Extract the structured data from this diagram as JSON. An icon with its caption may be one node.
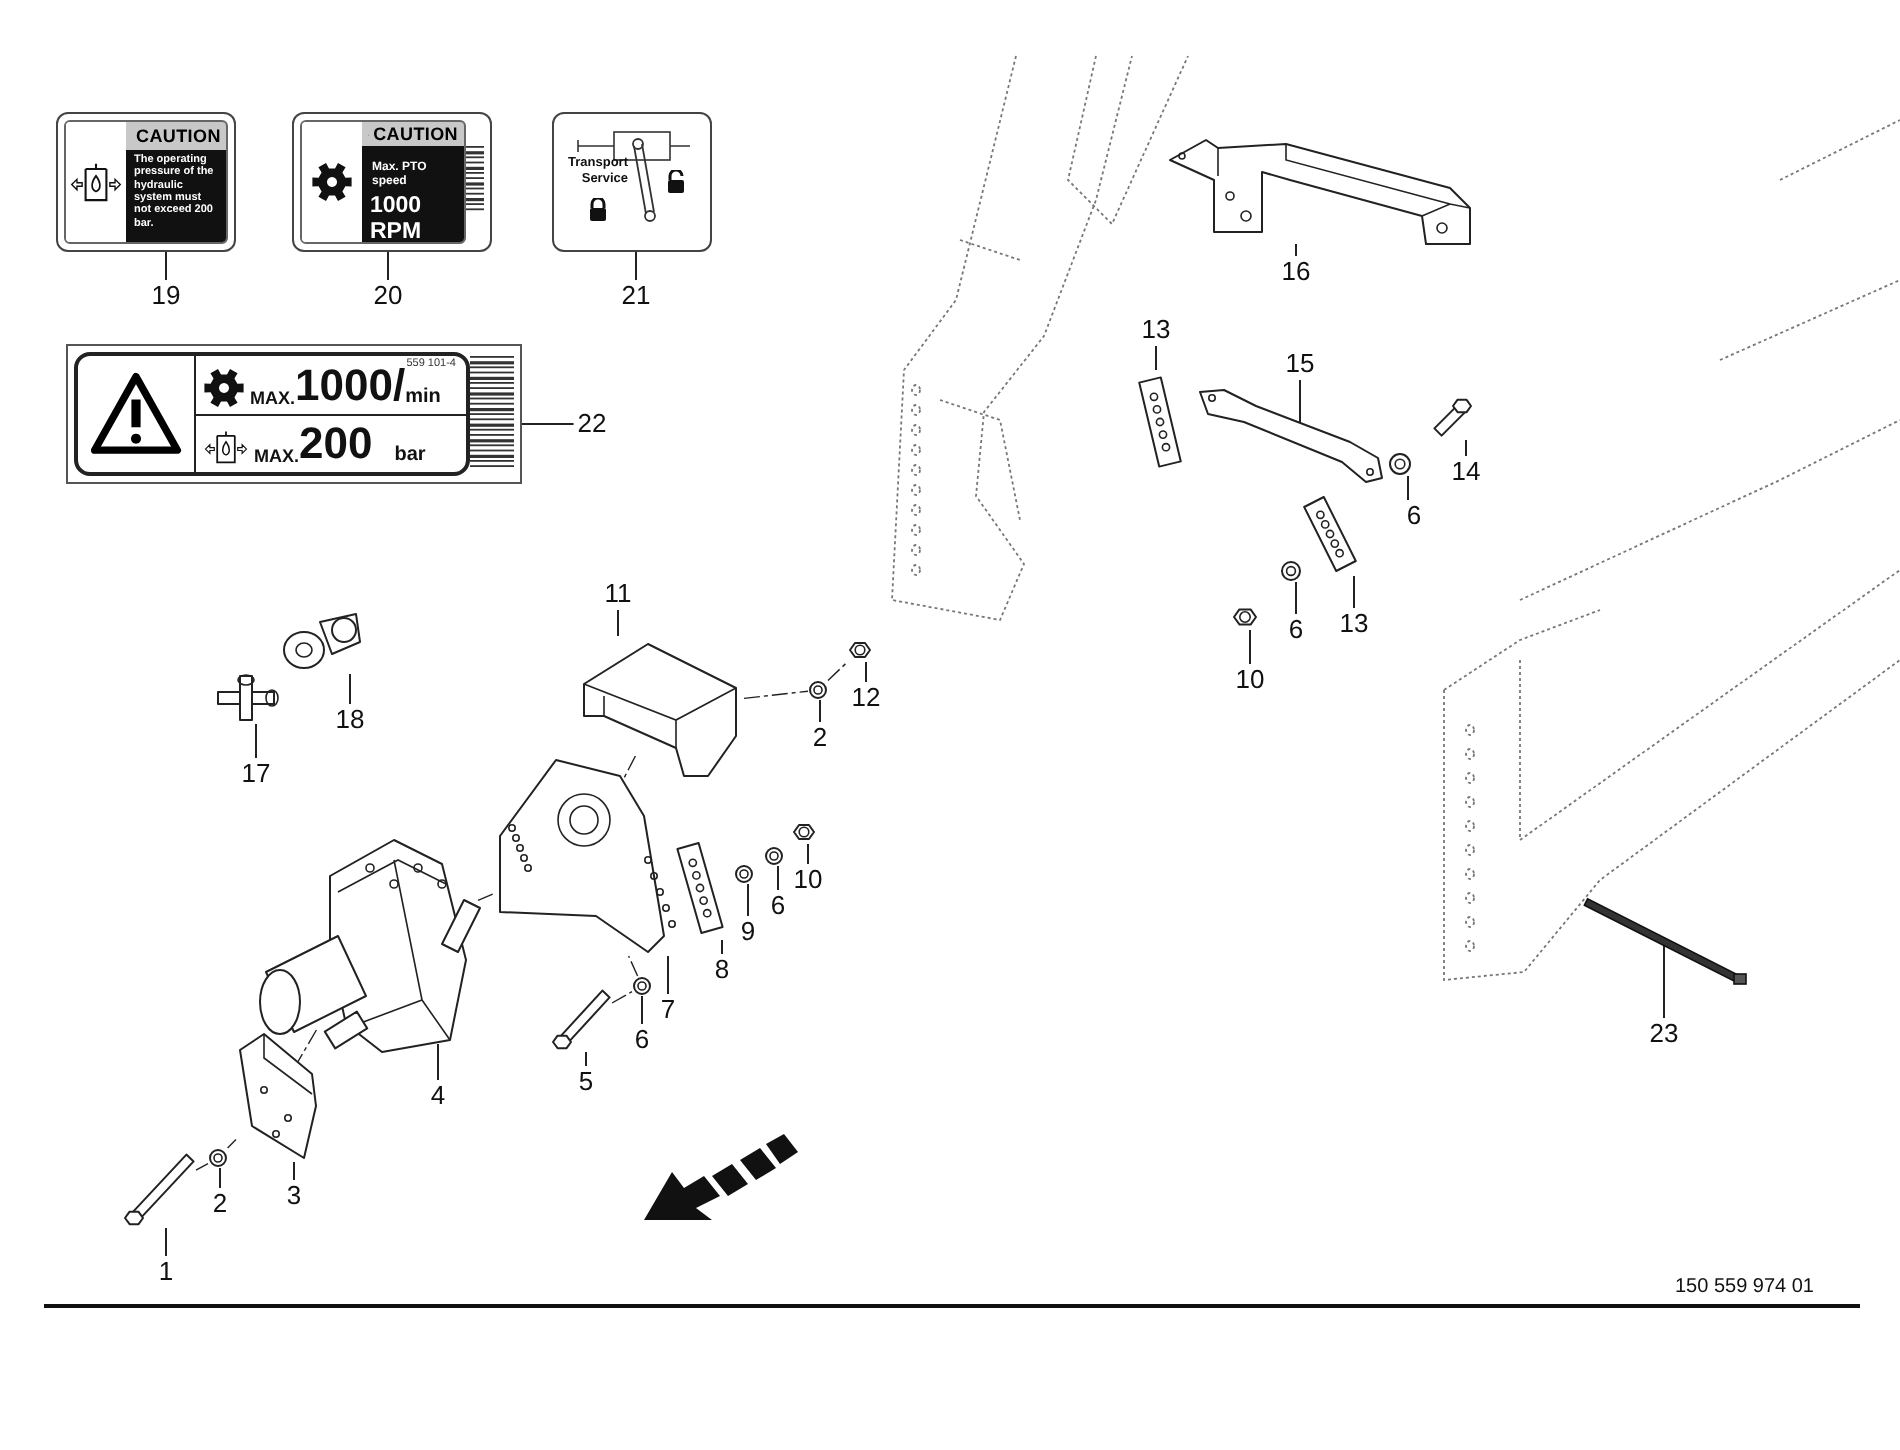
{
  "diagram": {
    "nodes": [
      {
        "text": [
          "CAUTION",
          "The operating pressure of the hydraulic system must not exceed 200 bar."
        ]
      },
      {
        "text": [
          "19"
        ]
      },
      {
        "text": [
          "CAUTION",
          "Max. PTO speed",
          "1000 RPM"
        ]
      },
      {
        "text": [
          "20"
        ]
      },
      {
        "text": [
          "Transport Service"
        ]
      },
      {
        "text": [
          "21"
        ]
      },
      {
        "text": [
          "559 101-4",
          "MAX.",
          "1000/",
          "min",
          "MAX.",
          "200",
          "bar"
        ]
      },
      {
        "text": [
          "22"
        ]
      },
      {
        "text": [],
        "shape": "picture"
      },
      {
        "text": [
          "16"
        ]
      },
      {
        "text": [],
        "shape": "picture"
      },
      {
        "text": [
          "13"
        ]
      },
      {
        "text": [],
        "shape": "picture"
      },
      {
        "text": [
          "15"
        ]
      },
      {
        "text": [],
        "shape": "picture"
      },
      {
        "text": [
          "14"
        ]
      },
      {
        "text": [],
        "shape": "picture"
      },
      {
        "text": [
          "6"
        ]
      },
      {
        "text": [],
        "shape": "picture"
      },
      {
        "text": [
          "13"
        ]
      },
      {
        "text": [],
        "shape": "picture"
      },
      {
        "text": [
          "6"
        ]
      },
      {
        "text": [],
        "shape": "picture"
      },
      {
        "text": [
          "10"
        ]
      },
      {
        "text": [],
        "shape": "picture"
      },
      {
        "text": [
          "11"
        ]
      },
      {
        "text": [],
        "shape": "picture"
      },
      {
        "text": [
          "12"
        ]
      },
      {
        "text": [],
        "shape": "picture"
      },
      {
        "text": [
          "2"
        ]
      },
      {
        "text": [],
        "shape": "picture"
      },
      {
        "text": [
          "17"
        ]
      },
      {
        "text": [],
        "shape": "picture"
      },
      {
        "text": [
          "18"
        ]
      },
      {
        "text": [],
        "shape": "picture"
      },
      {
        "text": [
          "7"
        ]
      },
      {
        "text": [],
        "shape": "picture"
      },
      {
        "text": [
          "8"
        ]
      },
      {
        "text": [],
        "shape": "picture"
      },
      {
        "text": [
          "9"
        ]
      },
      {
        "text": [],
        "shape": "picture"
      },
      {
        "text": [
          "6"
        ]
      },
      {
        "text": [],
        "shape": "picture"
      },
      {
        "text": [
          "10"
        ]
      },
      {
        "text": [],
        "shape": "picture"
      },
      {
        "text": [
          "4"
        ]
      },
      {
        "text": [],
        "shape": "picture"
      },
      {
        "text": [
          "6"
        ]
      },
      {
        "text": [],
        "shape": "picture"
      },
      {
        "text": [
          "5"
        ]
      },
      {
        "text": [],
        "shape": "picture"
      },
      {
        "text": [
          "3"
        ]
      },
      {
        "text": [],
        "shape": "picture"
      },
      {
        "text": [
          "2"
        ]
      },
      {
        "text": [],
        "shape": "picture"
      },
      {
        "text": [
          "1"
        ]
      },
      {
        "text": [],
        "shape": "picture"
      },
      {
        "text": [
          "23"
        ]
      }
    ],
    "edges": [
      {
        "from": 1,
        "to": 0,
        "arrow": "none"
      },
      {
        "from": 3,
        "to": 2,
        "arrow": "none"
      },
      {
        "from": 5,
        "to": 4,
        "arrow": "none"
      },
      {
        "from": 7,
        "to": 6,
        "arrow": "none"
      },
      {
        "from": 9,
        "to": 8,
        "arrow": "none"
      },
      {
        "from": 11,
        "to": 10,
        "arrow": "none"
      },
      {
        "from": 13,
        "to": 12,
        "arrow": "none"
      },
      {
        "from": 15,
        "to": 14,
        "arrow": "none"
      },
      {
        "from": 17,
        "to": 16,
        "arrow": "none"
      },
      {
        "from": 19,
        "to": 18,
        "arrow": "none"
      },
      {
        "from": 21,
        "to": 20,
        "arrow": "none"
      },
      {
        "from": 23,
        "to": 22,
        "arrow": "none"
      },
      {
        "from": 25,
        "to": 24,
        "arrow": "none"
      },
      {
        "from": 27,
        "to": 26,
        "arrow": "none"
      },
      {
        "from": 29,
        "to": 28,
        "arrow": "none"
      },
      {
        "from": 31,
        "to": 30,
        "arrow": "none"
      },
      {
        "from": 33,
        "to": 32,
        "arrow": "none"
      },
      {
        "from": 35,
        "to": 34,
        "arrow": "none"
      },
      {
        "from": 37,
        "to": 36,
        "arrow": "none"
      },
      {
        "from": 39,
        "to": 38,
        "arrow": "none"
      },
      {
        "from": 41,
        "to": 40,
        "arrow": "none"
      },
      {
        "from": 43,
        "to": 42,
        "arrow": "none"
      },
      {
        "from": 45,
        "to": 44,
        "arrow": "none"
      },
      {
        "from": 47,
        "to": 46,
        "arrow": "none"
      },
      {
        "from": 49,
        "to": 48,
        "arrow": "none"
      },
      {
        "from": 51,
        "to": 50,
        "arrow": "none"
      },
      {
        "from": 53,
        "to": 52,
        "arrow": "none"
      },
      {
        "from": 55,
        "to": 54,
        "arrow": "none"
      },
      {
        "from": 57,
        "to": 56,
        "arrow": "none"
      },
      {
        "from": 54,
        "to": 52,
        "arrow": "none",
        "style": "dashed"
      },
      {
        "from": 52,
        "to": 50,
        "arrow": "none",
        "style": "dashed"
      },
      {
        "from": 50,
        "to": 44,
        "arrow": "none",
        "style": "dashed"
      },
      {
        "from": 44,
        "to": 34,
        "arrow": "none",
        "style": "dashed"
      },
      {
        "from": 34,
        "to": 24,
        "arrow": "none",
        "style": "dashed"
      },
      {
        "from": 24,
        "to": 28,
        "arrow": "none",
        "style": "dashed"
      },
      {
        "from": 28,
        "to": 26,
        "arrow": "none",
        "style": "dashed"
      },
      {
        "from": 48,
        "to": 46,
        "arrow": "none",
        "style": "dashed"
      },
      {
        "from": 46,
        "to": 34,
        "arrow": "none",
        "style": "dashed"
      }
    ],
    "labels": [
      "150 559 974 01"
    ]
  }
}
